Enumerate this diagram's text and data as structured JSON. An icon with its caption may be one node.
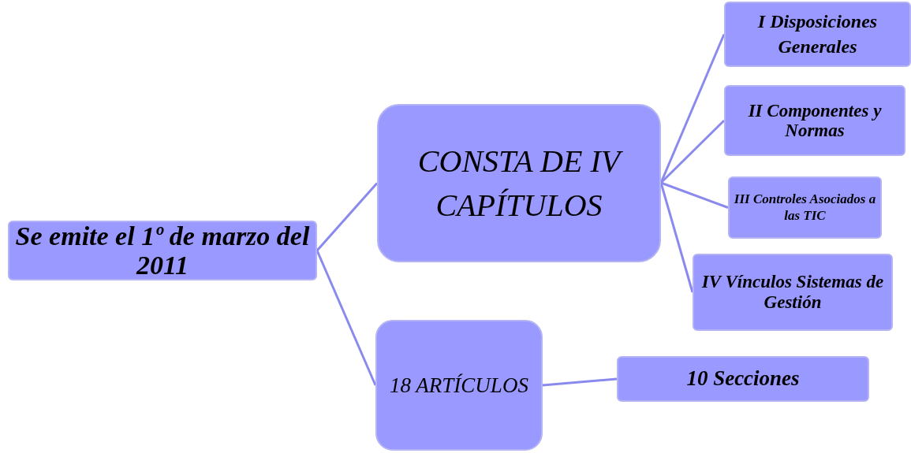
{
  "diagram": {
    "nodes": [
      {
        "text": [
          "Se emite el 1º de marzo del 2011"
        ]
      },
      {
        "text": [
          "CONSTA DE IV CAPÍTULOS"
        ]
      },
      {
        "text": [
          "18 ARTÍCULOS"
        ]
      },
      {
        "text": [
          "I Disposiciones Generales"
        ]
      },
      {
        "text": [
          "II Componentes y Normas"
        ]
      },
      {
        "text": [
          "III Controles Asociados a las TIC"
        ]
      },
      {
        "text": [
          "IV Vínculos Sistemas de Gestión"
        ]
      },
      {
        "text": [
          "10 Secciones"
        ]
      }
    ],
    "edges": [
      {
        "from": 0,
        "to": 1,
        "arrow": "none"
      },
      {
        "from": 0,
        "to": 2,
        "arrow": "none"
      },
      {
        "from": 1,
        "to": 3,
        "arrow": "none"
      },
      {
        "from": 1,
        "to": 4,
        "arrow": "none"
      },
      {
        "from": 1,
        "to": 5,
        "arrow": "none"
      },
      {
        "from": 1,
        "to": 6,
        "arrow": "none"
      },
      {
        "from": 2,
        "to": 7,
        "arrow": "none"
      }
    ]
  }
}
